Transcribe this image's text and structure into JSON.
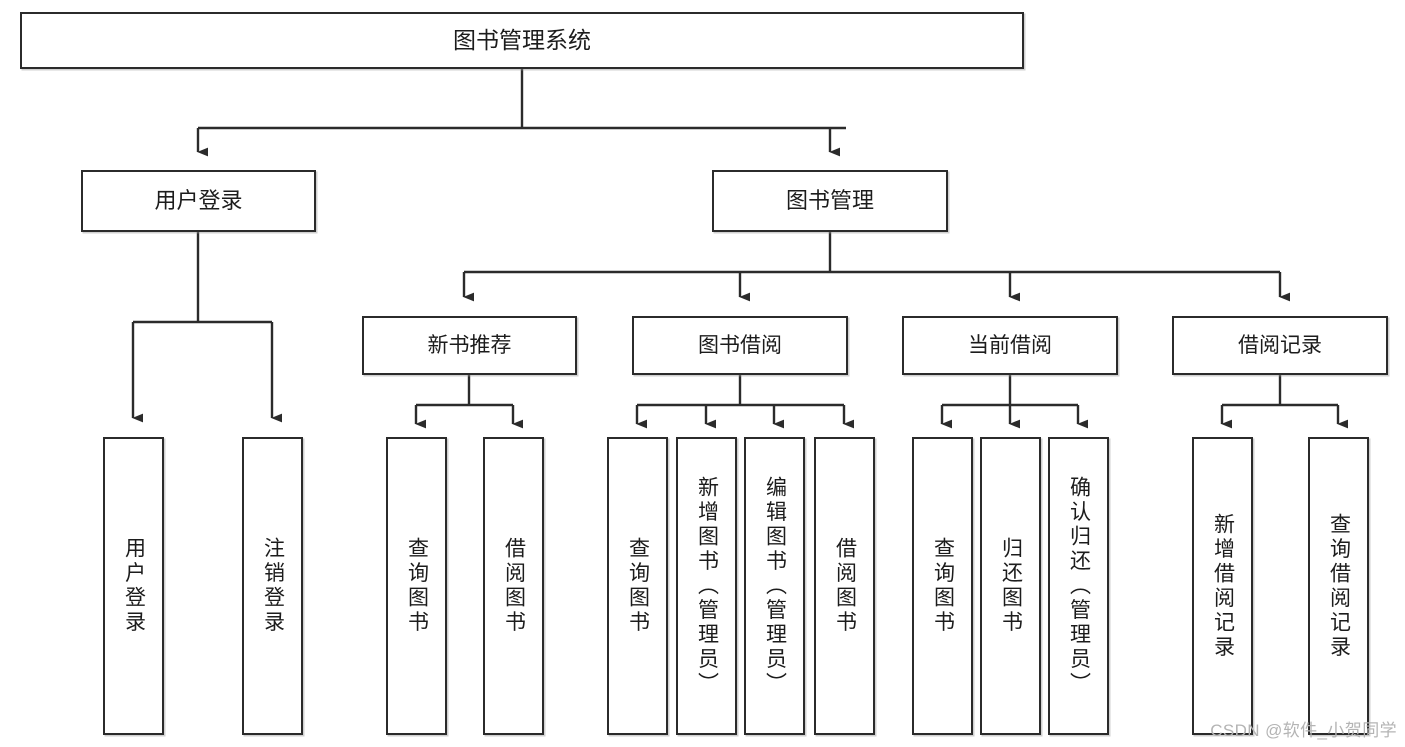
{
  "diagram": {
    "title": "图书管理系统",
    "type": "hierarchy-tree",
    "watermark": "CSDN @软件_小贺同学",
    "colors": {
      "stroke": "#2b2b2b",
      "fill": "#ffffff",
      "text": "#1c1c1c",
      "watermark": "#b4b4b4"
    },
    "nodes": {
      "root": {
        "label": "图书管理系统"
      },
      "level2": [
        {
          "label": "用户登录"
        },
        {
          "label": "图书管理"
        }
      ],
      "level3": [
        {
          "label": "新书推荐"
        },
        {
          "label": "图书借阅"
        },
        {
          "label": "当前借阅"
        },
        {
          "label": "借阅记录"
        }
      ],
      "leaves": [
        {
          "label": "用户登录",
          "parent": "用户登录"
        },
        {
          "label": "注销登录",
          "parent": "用户登录"
        },
        {
          "label": "查询图书",
          "parent": "新书推荐"
        },
        {
          "label": "借阅图书",
          "parent": "新书推荐"
        },
        {
          "label": "查询图书",
          "parent": "图书借阅"
        },
        {
          "label": "新增图书（管理员）",
          "parent": "图书借阅"
        },
        {
          "label": "编辑图书（管理员）",
          "parent": "图书借阅"
        },
        {
          "label": "借阅图书",
          "parent": "图书借阅"
        },
        {
          "label": "查询图书",
          "parent": "当前借阅"
        },
        {
          "label": "归还图书",
          "parent": "当前借阅"
        },
        {
          "label": "确认归还（管理员）",
          "parent": "当前借阅"
        },
        {
          "label": "新增借阅记录",
          "parent": "借阅记录"
        },
        {
          "label": "查询借阅记录",
          "parent": "借阅记录"
        }
      ]
    }
  }
}
